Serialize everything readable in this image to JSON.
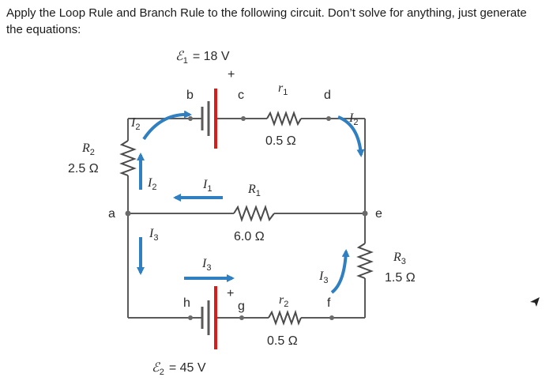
{
  "question": "Apply the Loop Rule and Branch Rule to the following circuit. Don’t solve for anything, just generate the equations:",
  "colors": {
    "wire": "#5a5a5a",
    "battery_plate": "#d81b1b",
    "arrow": "#2f7fc1",
    "node": "#6a6a6a"
  },
  "emf1": {
    "symbol": "ℰ",
    "subscript": "1",
    "equals": "= 18 V",
    "plus": "+"
  },
  "emf2": {
    "symbol": "ℰ",
    "subscript": "2",
    "equals": "= 45 V",
    "plus": "+"
  },
  "resistors": {
    "R2": {
      "name": "R",
      "sub": "2",
      "value": "2.5 Ω"
    },
    "R3": {
      "name": "R",
      "sub": "3",
      "value": "1.5 Ω"
    },
    "R1": {
      "name": "R",
      "sub": "1",
      "value": "6.0 Ω"
    },
    "r1": {
      "name": "r",
      "sub": "1",
      "value": "0.5 Ω"
    },
    "r2": {
      "name": "r",
      "sub": "2",
      "value": "0.5 Ω"
    }
  },
  "nodes": {
    "a": "a",
    "b": "b",
    "c": "c",
    "d": "d",
    "e": "e",
    "f": "f",
    "g": "g",
    "h": "h"
  },
  "currents": {
    "I2_topleft": {
      "name": "I",
      "sub": "2"
    },
    "I2_topright": {
      "name": "I",
      "sub": "2"
    },
    "I2_left": {
      "name": "I",
      "sub": "2"
    },
    "I1_mid": {
      "name": "I",
      "sub": "1"
    },
    "I3_left": {
      "name": "I",
      "sub": "3"
    },
    "I3_bottom": {
      "name": "I",
      "sub": "3"
    },
    "I3_right": {
      "name": "I",
      "sub": "3"
    }
  }
}
